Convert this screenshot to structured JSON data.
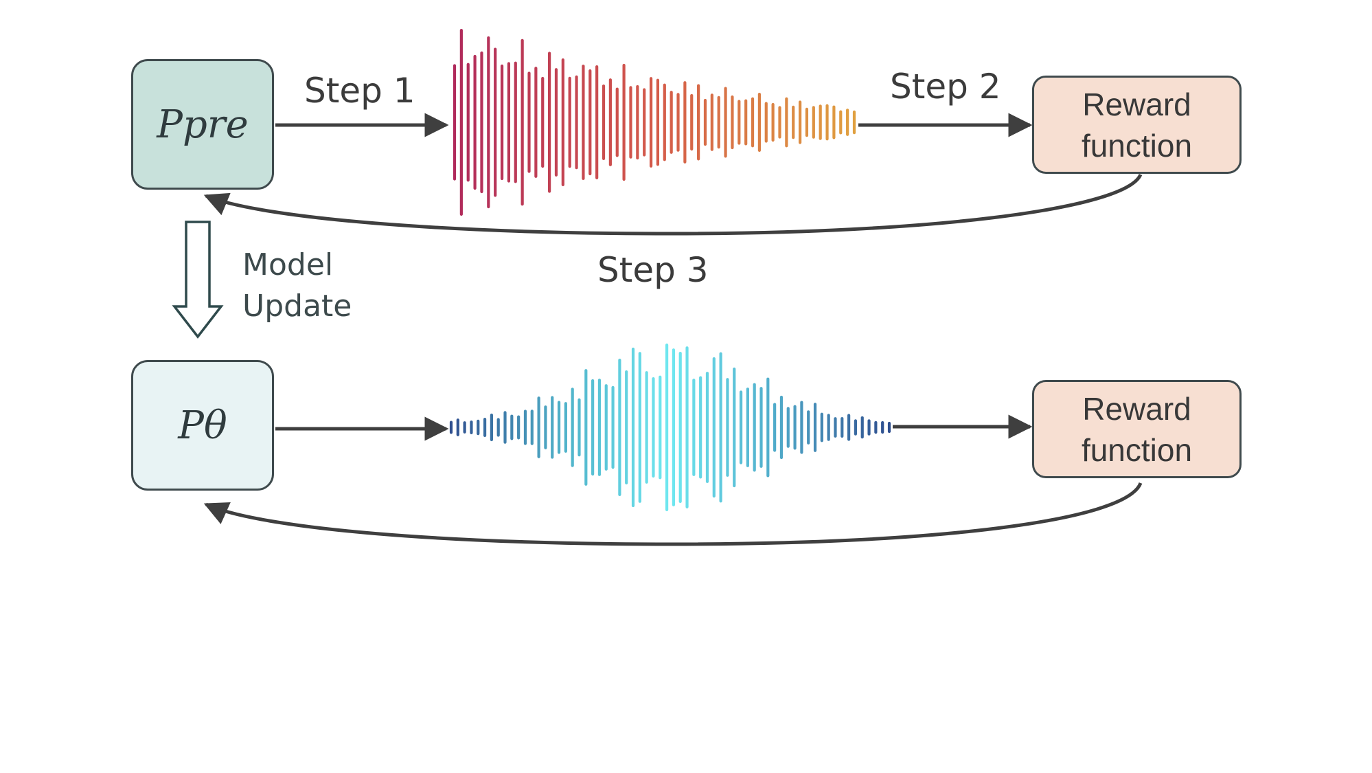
{
  "models": {
    "pretrained": {
      "label": "Ppre",
      "color": "#c8e1db"
    },
    "updated": {
      "label": "Pθ",
      "color": "#e8f3f4"
    }
  },
  "reward_boxes": [
    {
      "line1": "Reward",
      "line2": "function",
      "color": "#f7dfd2"
    },
    {
      "line1": "Reward",
      "line2": "function",
      "color": "#f7dfd2"
    }
  ],
  "steps": {
    "step1": "Step 1",
    "step2": "Step 2",
    "step3": "Step 3"
  },
  "model_update": {
    "line1": "Model",
    "line2": "Update"
  },
  "waveforms": {
    "top": {
      "gradient": [
        "#b02a5c",
        "#d45a4a",
        "#e0a040"
      ]
    },
    "bottom": {
      "gradient": [
        "#2f4f8f",
        "#4fb0c8",
        "#6fe8f0",
        "#4fa8c8",
        "#2f4f8f"
      ]
    }
  },
  "colors": {
    "arrow": "#3f3f3f",
    "box_border": "#3f4a4d"
  }
}
